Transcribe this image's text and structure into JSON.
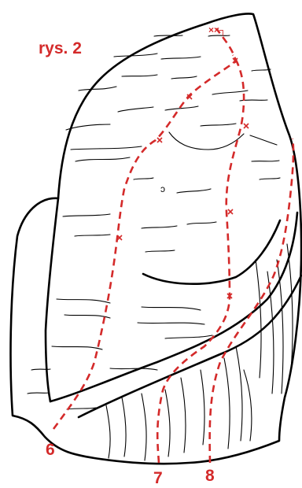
{
  "diagram": {
    "title": "rys. 2",
    "route_color": "#d42a2a",
    "routes": [
      {
        "id": "6",
        "label": "6"
      },
      {
        "id": "7",
        "label": "7"
      },
      {
        "id": "8",
        "label": "8"
      }
    ],
    "rock_mark": "ↄ",
    "anchor_mark": "××┐"
  }
}
